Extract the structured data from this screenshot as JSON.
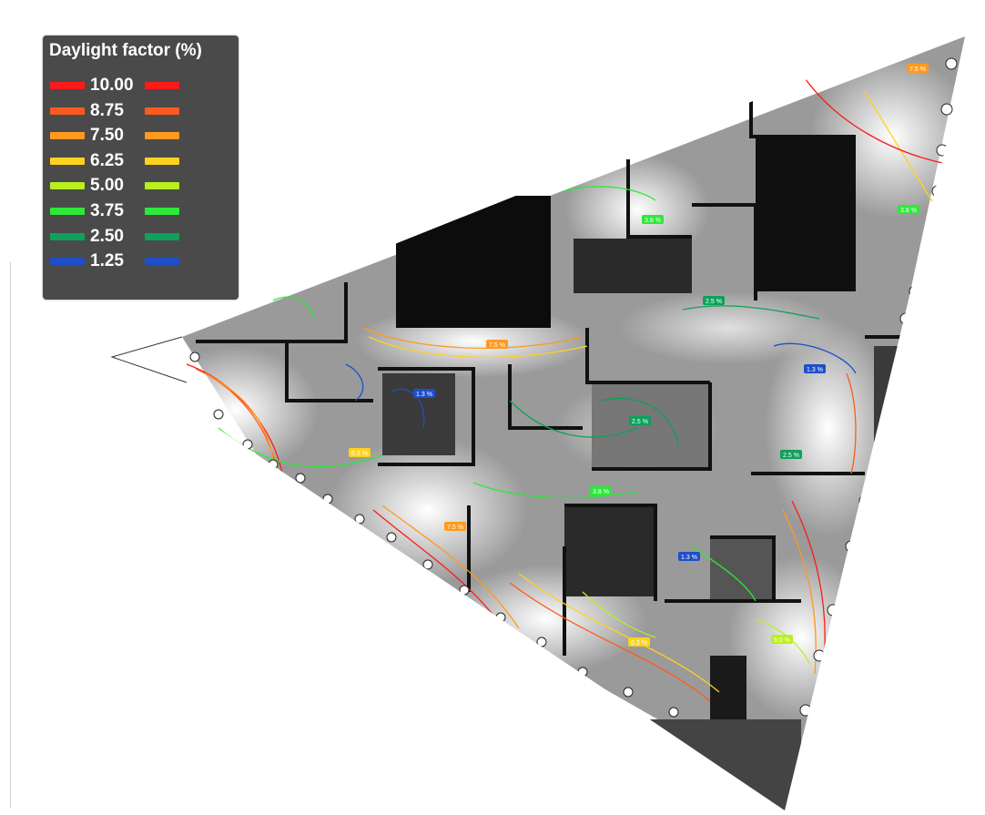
{
  "legend": {
    "title": "Daylight factor (%)",
    "entries": [
      {
        "label": "10.00",
        "color": "#ff1a1a"
      },
      {
        "label": "8.75",
        "color": "#ff5a1e"
      },
      {
        "label": "7.50",
        "color": "#ff9a1e"
      },
      {
        "label": "6.25",
        "color": "#ffd21e"
      },
      {
        "label": "5.00",
        "color": "#b8f01e"
      },
      {
        "label": "3.75",
        "color": "#2ee83a"
      },
      {
        "label": "2.50",
        "color": "#0fa05a"
      },
      {
        "label": "1.25",
        "color": "#1e4fc8"
      }
    ]
  },
  "contour_tags": [
    {
      "text": "7.5 %",
      "color": "#ff9a1e"
    },
    {
      "text": "3.8 %",
      "color": "#2ee83a"
    },
    {
      "text": "3.8 %",
      "color": "#2ee83a"
    },
    {
      "text": "2.5 %",
      "color": "#0fa05a"
    },
    {
      "text": "7.5 %",
      "color": "#ff9a1e"
    },
    {
      "text": "1.3 %",
      "color": "#1e4fc8"
    },
    {
      "text": "1.3 %",
      "color": "#1e4fc8"
    },
    {
      "text": "2.5 %",
      "color": "#0fa05a"
    },
    {
      "text": "6.3 %",
      "color": "#ffd21e"
    },
    {
      "text": "2.5 %",
      "color": "#0fa05a"
    },
    {
      "text": "3.8 %",
      "color": "#2ee83a"
    },
    {
      "text": "7.5 %",
      "color": "#ff9a1e"
    },
    {
      "text": "1.3 %",
      "color": "#1e4fc8"
    },
    {
      "text": "6.3 %",
      "color": "#ffd21e"
    },
    {
      "text": "5.0 %",
      "color": "#b8f01e"
    }
  ]
}
